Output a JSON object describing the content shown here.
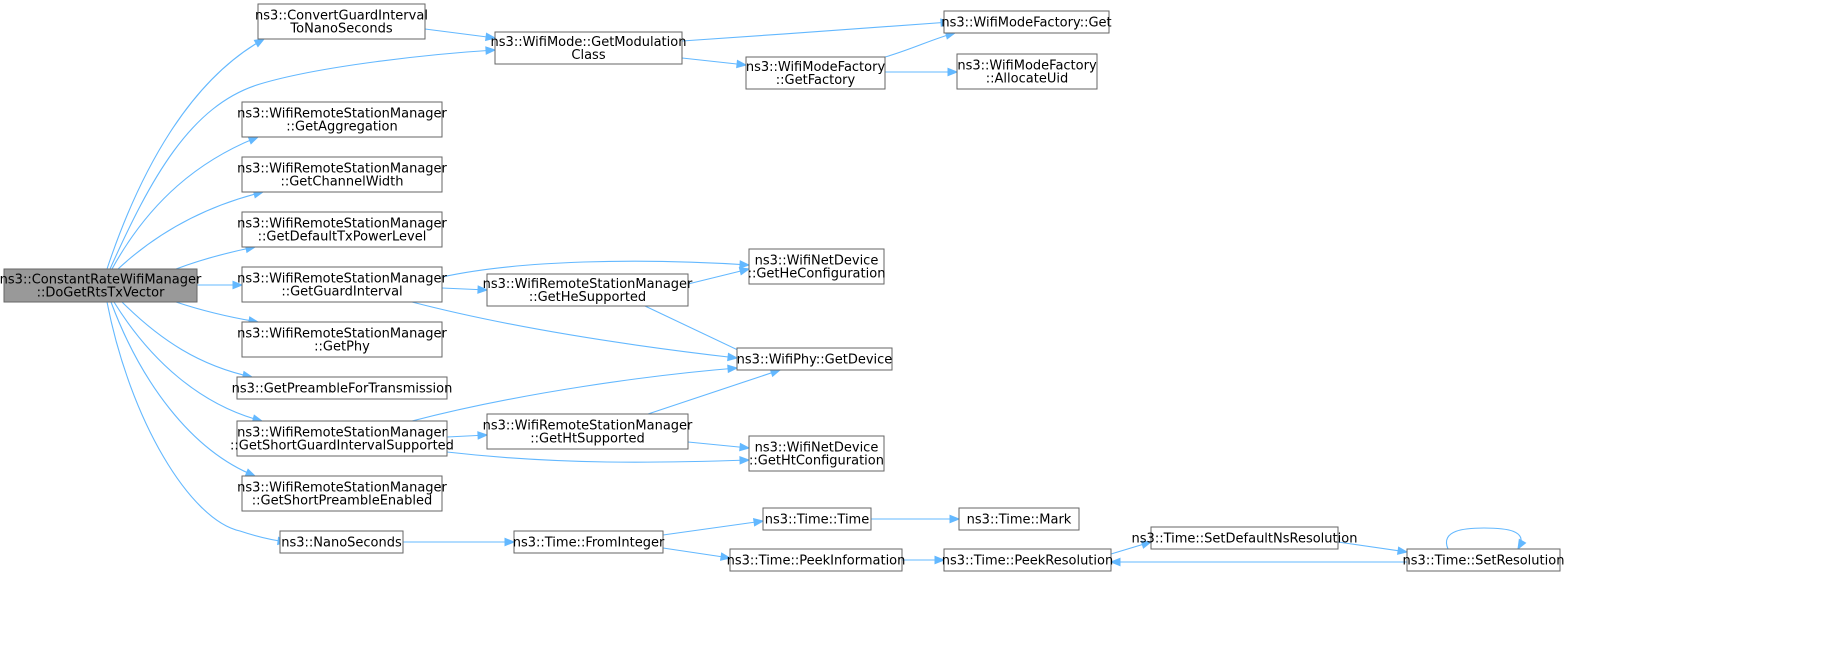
{
  "graph": {
    "colors": {
      "edge": "#63b8ff",
      "node_border": "#666666",
      "root_fill": "#999999",
      "node_fill": "#ffffff"
    },
    "nodes": [
      {
        "id": "n_root",
        "lines": [
          "ns3::ConstantRateWifiManager",
          "::DoGetRtsTxVector"
        ],
        "root": true
      },
      {
        "id": "n_cgi",
        "lines": [
          "ns3::ConvertGuardInterval",
          "ToNanoSeconds"
        ]
      },
      {
        "id": "n_gmc",
        "lines": [
          "ns3::WifiMode::GetModulation",
          "Class"
        ]
      },
      {
        "id": "n_mfget",
        "lines": [
          "ns3::WifiModeFactory::Get"
        ]
      },
      {
        "id": "n_mfgetf",
        "lines": [
          "ns3::WifiModeFactory",
          "::GetFactory"
        ]
      },
      {
        "id": "n_mfalloc",
        "lines": [
          "ns3::WifiModeFactory",
          "::AllocateUid"
        ]
      },
      {
        "id": "n_agg",
        "lines": [
          "ns3::WifiRemoteStationManager",
          "::GetAggregation"
        ]
      },
      {
        "id": "n_cw",
        "lines": [
          "ns3::WifiRemoteStationManager",
          "::GetChannelWidth"
        ]
      },
      {
        "id": "n_dtpl",
        "lines": [
          "ns3::WifiRemoteStationManager",
          "::GetDefaultTxPowerLevel"
        ]
      },
      {
        "id": "n_gi",
        "lines": [
          "ns3::WifiRemoteStationManager",
          "::GetGuardInterval"
        ]
      },
      {
        "id": "n_hesup",
        "lines": [
          "ns3::WifiRemoteStationManager",
          "::GetHeSupported"
        ]
      },
      {
        "id": "n_hecfg",
        "lines": [
          "ns3::WifiNetDevice",
          "::GetHeConfiguration"
        ]
      },
      {
        "id": "n_phy",
        "lines": [
          "ns3::WifiRemoteStationManager",
          "::GetPhy"
        ]
      },
      {
        "id": "n_getdev",
        "lines": [
          "ns3::WifiPhy::GetDevice"
        ]
      },
      {
        "id": "n_pre",
        "lines": [
          "ns3::GetPreambleForTransmission"
        ]
      },
      {
        "id": "n_sgis",
        "lines": [
          "ns3::WifiRemoteStationManager",
          "::GetShortGuardIntervalSupported"
        ]
      },
      {
        "id": "n_htsup",
        "lines": [
          "ns3::WifiRemoteStationManager",
          "::GetHtSupported"
        ]
      },
      {
        "id": "n_htcfg",
        "lines": [
          "ns3::WifiNetDevice",
          "::GetHtConfiguration"
        ]
      },
      {
        "id": "n_spe",
        "lines": [
          "ns3::WifiRemoteStationManager",
          "::GetShortPreambleEnabled"
        ]
      },
      {
        "id": "n_nano",
        "lines": [
          "ns3::NanoSeconds"
        ]
      },
      {
        "id": "n_fromint",
        "lines": [
          "ns3::Time::FromInteger"
        ]
      },
      {
        "id": "n_time",
        "lines": [
          "ns3::Time::Time"
        ]
      },
      {
        "id": "n_mark",
        "lines": [
          "ns3::Time::Mark"
        ]
      },
      {
        "id": "n_peekinfo",
        "lines": [
          "ns3::Time::PeekInformation"
        ]
      },
      {
        "id": "n_peekres",
        "lines": [
          "ns3::Time::PeekResolution"
        ]
      },
      {
        "id": "n_setdef",
        "lines": [
          "ns3::Time::SetDefaultNsResolution"
        ]
      },
      {
        "id": "n_setres",
        "lines": [
          "ns3::Time::SetResolution"
        ]
      }
    ],
    "edges": [
      [
        "n_root",
        "n_cgi"
      ],
      [
        "n_root",
        "n_gmc"
      ],
      [
        "n_root",
        "n_agg"
      ],
      [
        "n_root",
        "n_cw"
      ],
      [
        "n_root",
        "n_dtpl"
      ],
      [
        "n_root",
        "n_gi"
      ],
      [
        "n_root",
        "n_phy"
      ],
      [
        "n_root",
        "n_pre"
      ],
      [
        "n_root",
        "n_sgis"
      ],
      [
        "n_root",
        "n_spe"
      ],
      [
        "n_root",
        "n_nano"
      ],
      [
        "n_cgi",
        "n_gmc"
      ],
      [
        "n_gmc",
        "n_mfget"
      ],
      [
        "n_gmc",
        "n_mfgetf"
      ],
      [
        "n_mfgetf",
        "n_mfget"
      ],
      [
        "n_mfgetf",
        "n_mfalloc"
      ],
      [
        "n_gi",
        "n_hecfg"
      ],
      [
        "n_gi",
        "n_hesup"
      ],
      [
        "n_gi",
        "n_getdev"
      ],
      [
        "n_hesup",
        "n_hecfg"
      ],
      [
        "n_hesup",
        "n_getdev"
      ],
      [
        "n_sgis",
        "n_getdev"
      ],
      [
        "n_sgis",
        "n_htsup"
      ],
      [
        "n_sgis",
        "n_htcfg"
      ],
      [
        "n_htsup",
        "n_getdev"
      ],
      [
        "n_htsup",
        "n_htcfg"
      ],
      [
        "n_nano",
        "n_fromint"
      ],
      [
        "n_fromint",
        "n_time"
      ],
      [
        "n_fromint",
        "n_peekinfo"
      ],
      [
        "n_time",
        "n_mark"
      ],
      [
        "n_peekinfo",
        "n_peekres"
      ],
      [
        "n_peekres",
        "n_setdef"
      ],
      [
        "n_setdef",
        "n_setres"
      ],
      [
        "n_setres",
        "n_peekres"
      ],
      [
        "n_setres",
        "n_setres"
      ]
    ]
  }
}
